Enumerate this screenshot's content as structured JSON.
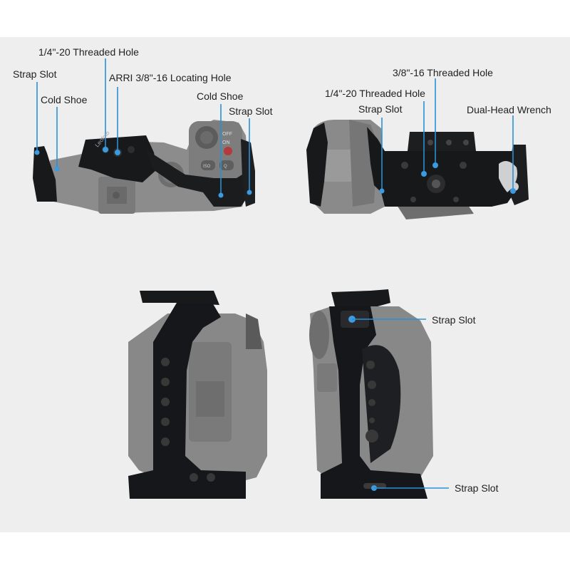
{
  "colors": {
    "background_panel": "#eeeeef",
    "callout_line": "#2b8fd6",
    "callout_dot": "#3b9ae0",
    "cage_black": "#17181a",
    "camera_grey": "#8a8a8a",
    "label_text": "#222222"
  },
  "top_view": {
    "labels": {
      "threaded_hole_14": "1/4\"-20 Threaded Hole",
      "strap_slot_left": "Strap Slot",
      "arri_hole": "ARRI 3/8\"-16 Locating Hole",
      "cold_shoe_left": "Cold Shoe",
      "cold_shoe_right": "Cold Shoe",
      "strap_slot_right": "Strap Slot"
    },
    "engraving": {
      "brand": "Leofoto",
      "off": "OFF",
      "on": "ON",
      "iso": "ISO",
      "q": "Q"
    }
  },
  "bottom_view": {
    "labels": {
      "threaded_hole_38": "3/8\"-16 Threaded Hole",
      "threaded_hole_14": "1/4\"-20 Threaded Hole",
      "strap_slot": "Strap Slot",
      "wrench": "Dual-Head Wrench"
    }
  },
  "side_views": {
    "labels": {
      "strap_slot_top": "Strap Slot",
      "strap_slot_bottom": "Strap Slot"
    }
  }
}
